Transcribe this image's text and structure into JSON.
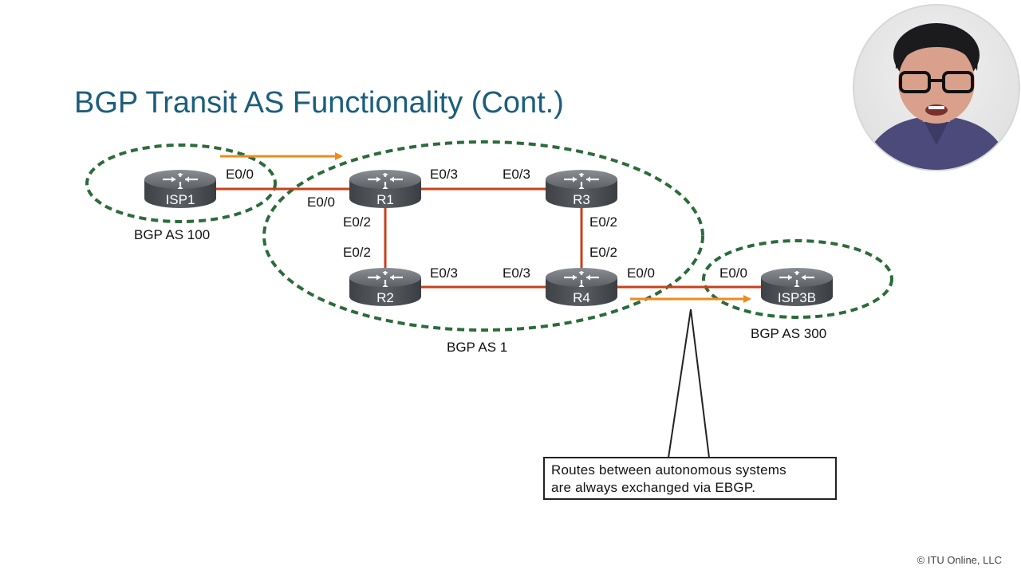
{
  "title": "BGP Transit AS Functionality (Cont.)",
  "routers": {
    "isp1": "ISP1",
    "r1": "R1",
    "r2": "R2",
    "r3": "R3",
    "r4": "R4",
    "isp3b": "ISP3B"
  },
  "as_labels": {
    "as100": "BGP AS 100",
    "as1": "BGP AS 1",
    "as300": "BGP AS 300"
  },
  "interfaces": {
    "isp1_e00": "E0/0",
    "r1_e00": "E0/0",
    "r1_e03": "E0/3",
    "r1_e02": "E0/2",
    "r3_e03": "E0/3",
    "r3_e02": "E0/2",
    "r2_e02": "E0/2",
    "r2_e03": "E0/3",
    "r4_e03": "E0/3",
    "r4_e02": "E0/2",
    "r4_e00": "E0/0",
    "isp3b_e00": "E0/0"
  },
  "callout": {
    "line1": "Routes between autonomous systems",
    "line2": "are always exchanged via EBGP."
  },
  "copyright": "© ITU Online, LLC",
  "colors": {
    "title": "#1b5e7c",
    "link": "#c8401a",
    "arrow": "#f08a1c",
    "as_boundary": "#2c6b3a",
    "router": "#55585c"
  }
}
